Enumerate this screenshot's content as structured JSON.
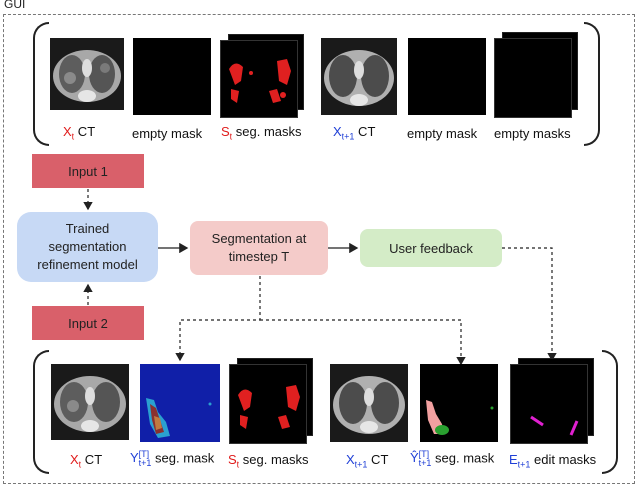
{
  "gui_label": "GUI",
  "top_row": {
    "items": [
      {
        "sym": "X",
        "sub": "t",
        "sym_color": "red",
        "text": " CT"
      },
      {
        "text": "empty mask"
      },
      {
        "sym": "S",
        "sub": "t",
        "sym_color": "red",
        "text": " seg. masks"
      },
      {
        "sym": "X",
        "sub": "t+1",
        "sym_color": "blue",
        "text": " CT"
      },
      {
        "text": "empty mask"
      },
      {
        "text": "empty masks"
      }
    ]
  },
  "flow": {
    "input1": "Input 1",
    "input2": "Input 2",
    "model_lines": [
      "Trained",
      "segmentation",
      "refinement model"
    ],
    "seg_lines": [
      "Segmentation at",
      "timestep T"
    ],
    "feedback": "User feedback"
  },
  "bottom_row": {
    "items": [
      {
        "sym": "X",
        "sub": "t",
        "sym_color": "red",
        "text": " CT"
      },
      {
        "sym": "Y",
        "sup": "[T]",
        "sub": "t+1",
        "sym_color": "blue",
        "text": " seg. mask"
      },
      {
        "sym": "S",
        "sub": "t",
        "sym_color": "red",
        "text": " seg. masks"
      },
      {
        "sym": "X",
        "sub": "t+1",
        "sym_color": "blue",
        "text": " CT"
      },
      {
        "sym": "Ŷ",
        "sup": "[T]",
        "sub": "t+1",
        "sym_color": "blue",
        "text": " seg. mask"
      },
      {
        "sym": "E",
        "sub": "t+1",
        "sym_color": "blue",
        "text": " edit masks"
      }
    ]
  },
  "colors": {
    "red": "#e01b1b",
    "blue": "#1f3fd6",
    "input_box": "#d9606a",
    "model_box": "#c7d9f5",
    "seg_box": "#f4cbc9",
    "feedback_box": "#d4ecc7"
  }
}
